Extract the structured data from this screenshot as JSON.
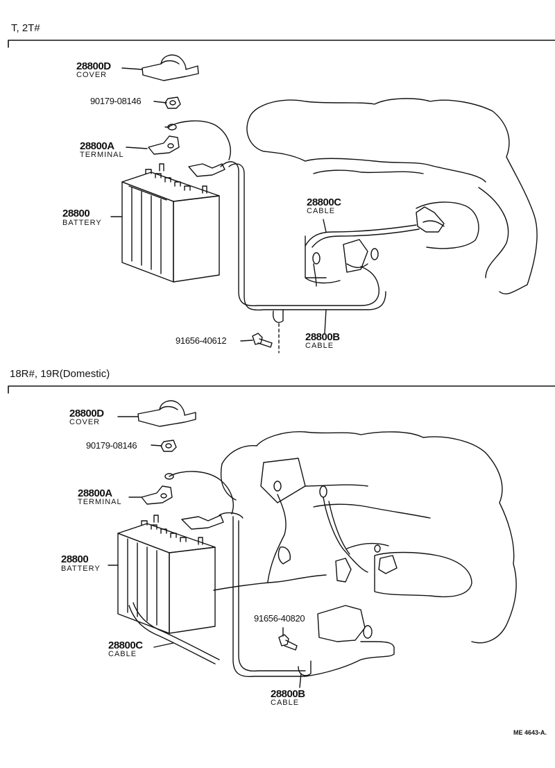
{
  "sections": [
    {
      "title": "T, 2T#",
      "labels": {
        "cover_pn": "28800D",
        "cover_desc": "COVER",
        "nut_pn": "90179-08146",
        "terminal_pn": "28800A",
        "terminal_desc": "TERMINAL",
        "battery_pn": "28800",
        "battery_desc": "BATTERY",
        "cable_c_pn": "28800C",
        "cable_c_desc": "CABLE",
        "cable_b_pn": "28800B",
        "cable_b_desc": "CABLE",
        "bolt_pn": "91656-40612"
      }
    },
    {
      "title": "18R#, 19R(Domestic)",
      "labels": {
        "cover_pn": "28800D",
        "cover_desc": "COVER",
        "nut_pn": "90179-08146",
        "terminal_pn": "28800A",
        "terminal_desc": "TERMINAL",
        "battery_pn": "28800",
        "battery_desc": "BATTERY",
        "cable_c_pn": "28800C",
        "cable_c_desc": "CABLE",
        "bolt_pn": "91656-40820",
        "cable_b_pn": "28800B",
        "cable_b_desc": "CABLE"
      }
    }
  ],
  "reference": "ME 4643-A."
}
